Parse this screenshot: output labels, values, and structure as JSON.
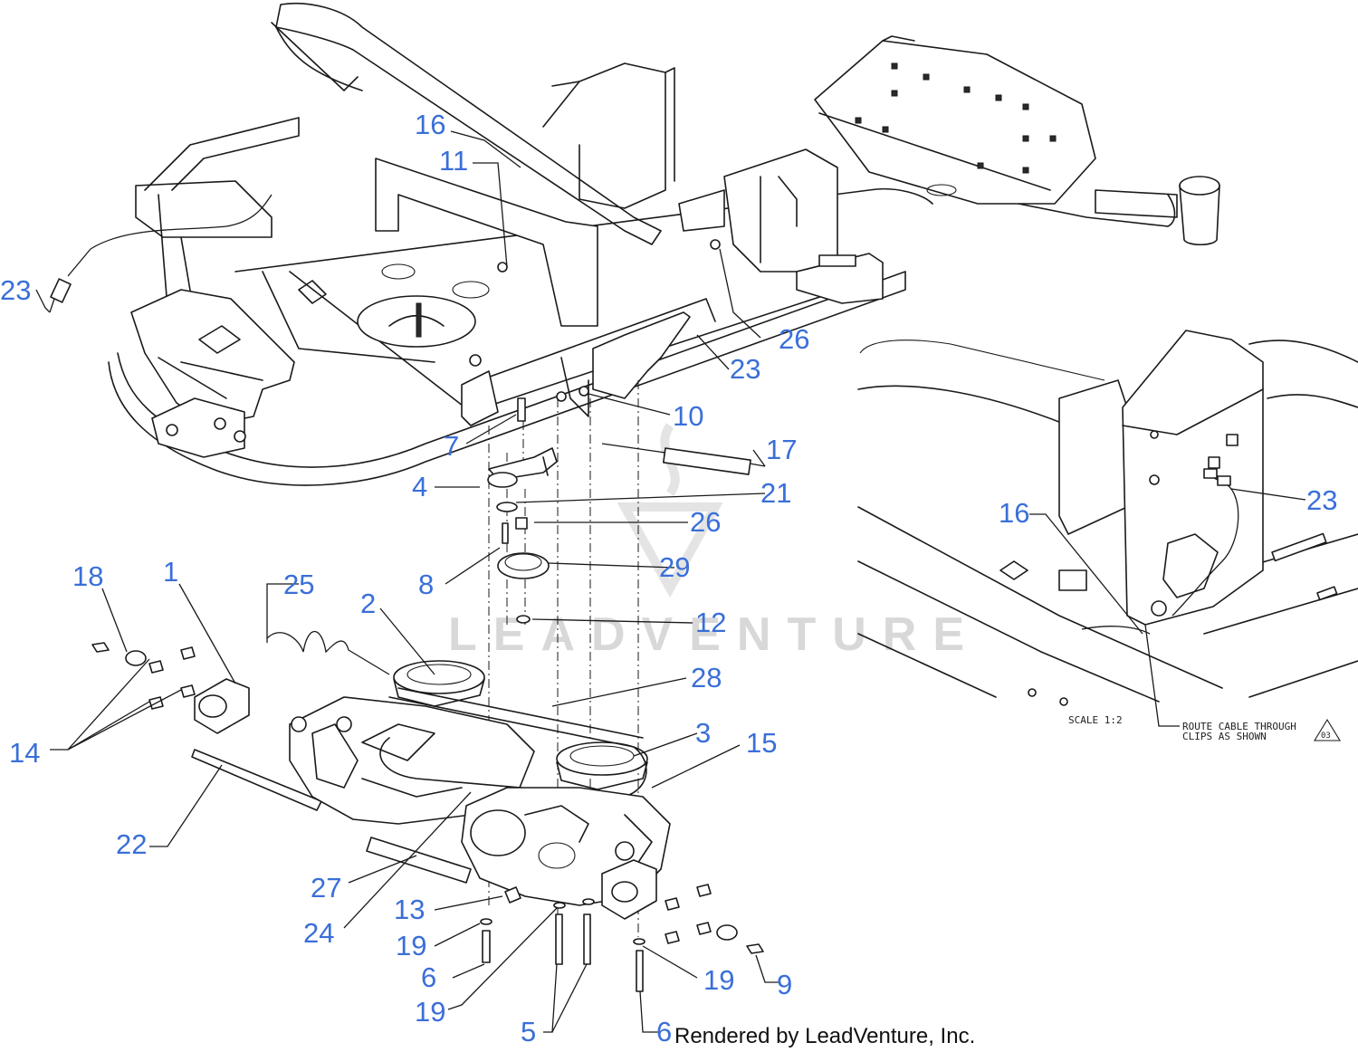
{
  "watermark": "LEADVENTURE",
  "credit": "Rendered by LeadVenture, Inc.",
  "detail_view": {
    "scale_label": "SCALE 1:2",
    "note_line1": "ROUTE CABLE THROUGH",
    "note_line2": "CLIPS AS SHOWN",
    "note_ref": "03"
  },
  "callouts": {
    "c1": "1",
    "c2": "2",
    "c3": "3",
    "c4": "4",
    "c5": "5",
    "c6a": "6",
    "c6b": "6",
    "c7": "7",
    "c8": "8",
    "c9": "9",
    "c10": "10",
    "c11": "11",
    "c12": "12",
    "c13": "13",
    "c14": "14",
    "c15": "15",
    "c16a": "16",
    "c16b": "16",
    "c17": "17",
    "c18": "18",
    "c19a": "19",
    "c19b": "19",
    "c19c": "19",
    "c21": "21",
    "c22": "22",
    "c23a": "23",
    "c23b": "23",
    "c23c": "23",
    "c24": "24",
    "c25": "25",
    "c26a": "26",
    "c26b": "26",
    "c27": "27",
    "c28": "28",
    "c29": "29"
  },
  "colors": {
    "callout": "#3a6fd8",
    "line": "#1a1a1a",
    "watermark": "#d8d8d8"
  }
}
